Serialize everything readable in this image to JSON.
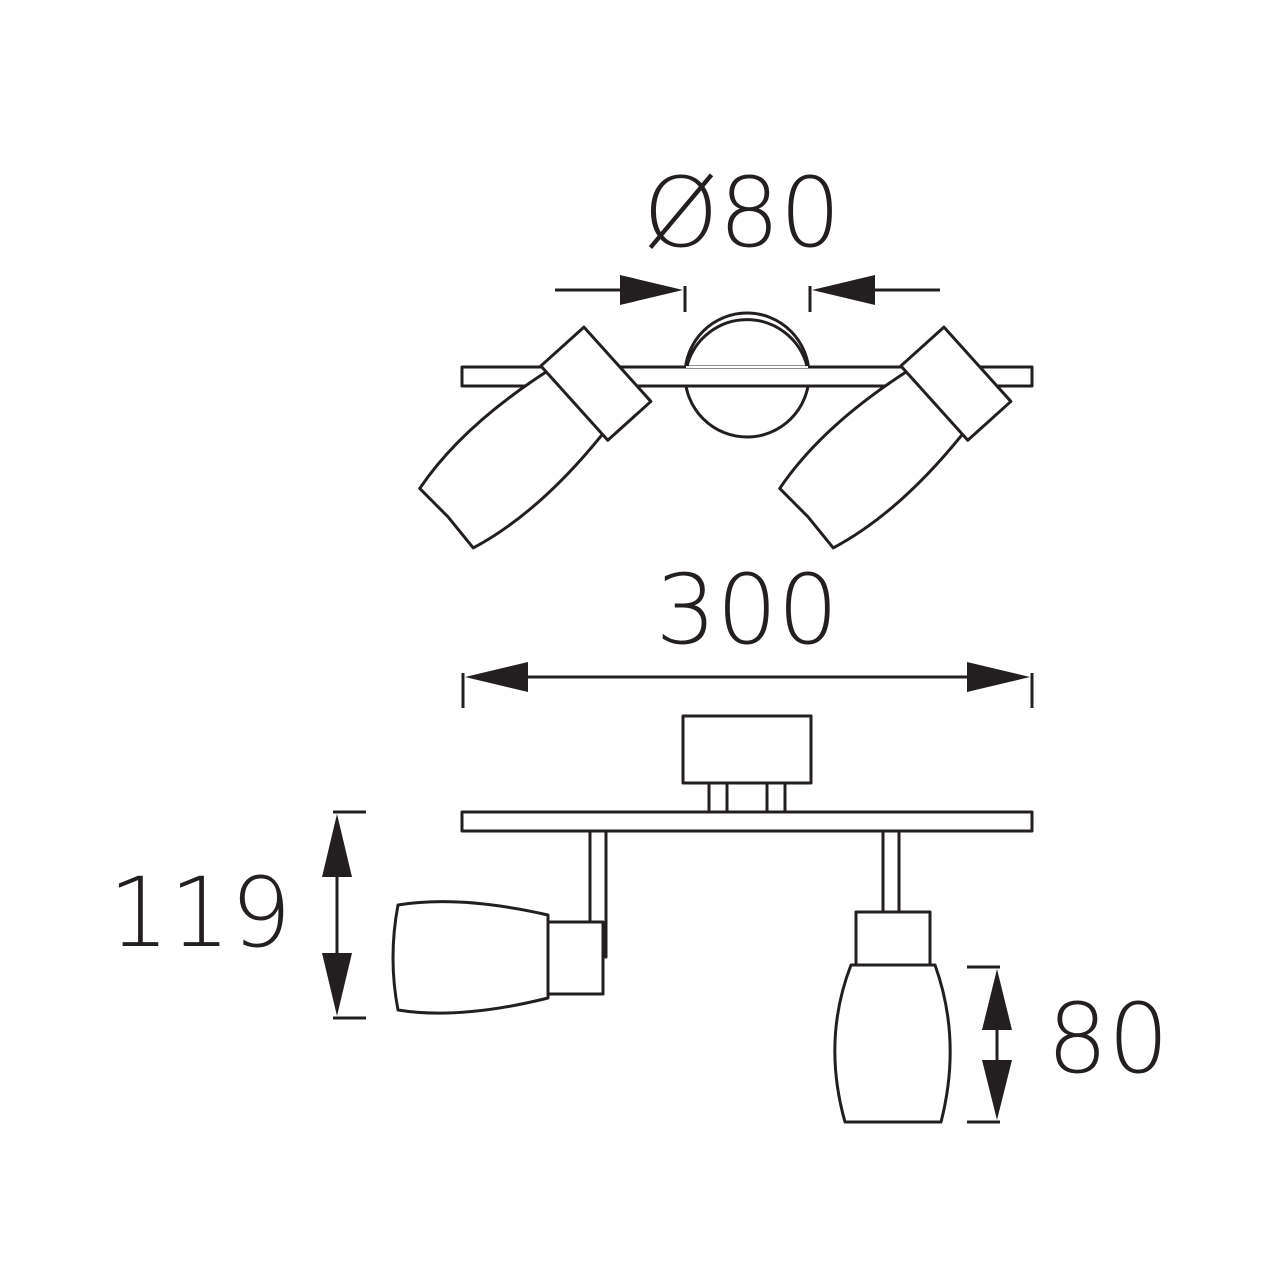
{
  "dimensions": {
    "diameter": "Ø80",
    "width": "300",
    "height": "119",
    "shade_height": "80"
  },
  "colors": {
    "line": "#231f20",
    "background": "#ffffff"
  }
}
